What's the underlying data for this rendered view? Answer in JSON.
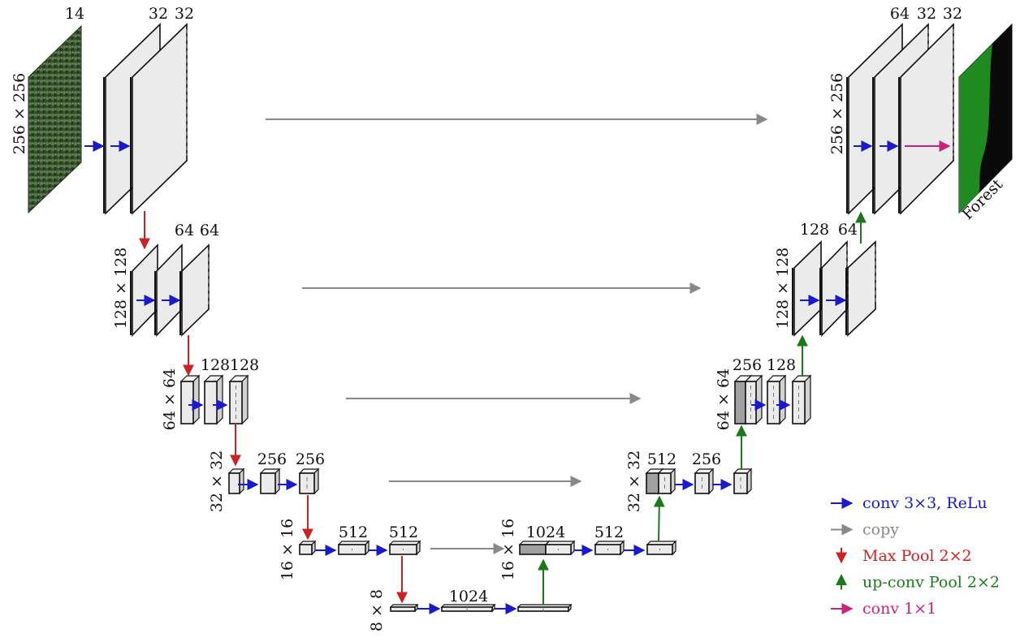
{
  "colors": {
    "conv": "#1a1acc",
    "copy": "#888888",
    "maxpool": "#cc2222",
    "upconv": "#1a7a1a",
    "conv1x1": "#cc2277",
    "feature_fill": "#ebebeb",
    "concat_fill": "#a0a0a0",
    "forest": "#1f8a1f"
  },
  "encoder": {
    "level1": {
      "size_label": "256 × 256",
      "input_channels": "14",
      "conv1_channels": "32",
      "conv2_channels": "32"
    },
    "level2": {
      "size_label": "128 × 128",
      "conv1_channels": "64",
      "conv2_channels": "64"
    },
    "level3": {
      "size_label": "64 × 64",
      "conv1_channels": "128",
      "conv2_channels": "128"
    },
    "level4": {
      "size_label": "32 × 32",
      "conv1_channels": "256",
      "conv2_channels": "256"
    },
    "level5": {
      "size_label": "16 × 16",
      "conv1_channels": "512",
      "conv2_channels": "512"
    }
  },
  "bottleneck": {
    "size_label": "8 × 8",
    "conv_channels": "1024"
  },
  "decoder": {
    "level5": {
      "size_label": "16 × 16",
      "concat_channels": "1024",
      "conv_channels": "512"
    },
    "level4": {
      "size_label": "32 × 32",
      "concat_channels": "512",
      "conv_channels": "256"
    },
    "level3": {
      "size_label": "64 × 64",
      "concat_channels": "256",
      "conv_channels": "128"
    },
    "level2": {
      "size_label": "128 × 128",
      "concat_channels": "128",
      "conv_channels": "64"
    },
    "level1": {
      "size_label": "256 × 256",
      "concat_channels": "64",
      "conv1_channels": "32",
      "conv2_channels": "32"
    }
  },
  "output": {
    "label": "Forest"
  },
  "legend": [
    {
      "key": "conv",
      "label": "conv 3×3, ReLu"
    },
    {
      "key": "copy",
      "label": "copy"
    },
    {
      "key": "maxpool",
      "label": "Max Pool 2×2"
    },
    {
      "key": "upconv",
      "label": "up-conv Pool 2×2"
    },
    {
      "key": "conv1x1",
      "label": "conv 1×1"
    }
  ]
}
